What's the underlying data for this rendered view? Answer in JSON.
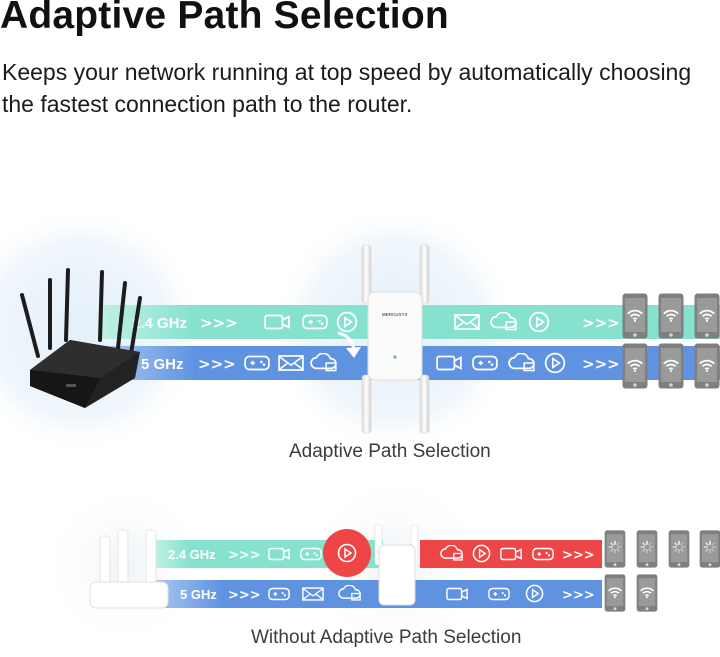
{
  "title": "Adaptive Path Selection",
  "subtitle": "Keeps your network running at top speed by automatically choosing the fastest connection path to the router.",
  "top_diagram": {
    "band_24": "2.4 GHz",
    "band_5": "5 GHz",
    "caption": "Adaptive Path Selection",
    "extender_brand": "MERCUSYS"
  },
  "bottom_diagram": {
    "band_24": "2.4 GHz",
    "band_5": "5 GHz",
    "caption": "Without Adaptive Path Selection"
  },
  "colors": {
    "band_24": "#7fe0cc",
    "band_5": "#5a8fe0",
    "band_24_congested": "#ef4a4a",
    "router_dark": "#1c1c1c",
    "device": "#8a8a8a"
  },
  "icons": {
    "chevrons": ">>>",
    "content": [
      "video-icon",
      "gamepad-icon",
      "play-icon",
      "mail-icon",
      "cloud-upload-icon"
    ],
    "device_signal": [
      "wifi-icon",
      "loading-icon"
    ]
  }
}
